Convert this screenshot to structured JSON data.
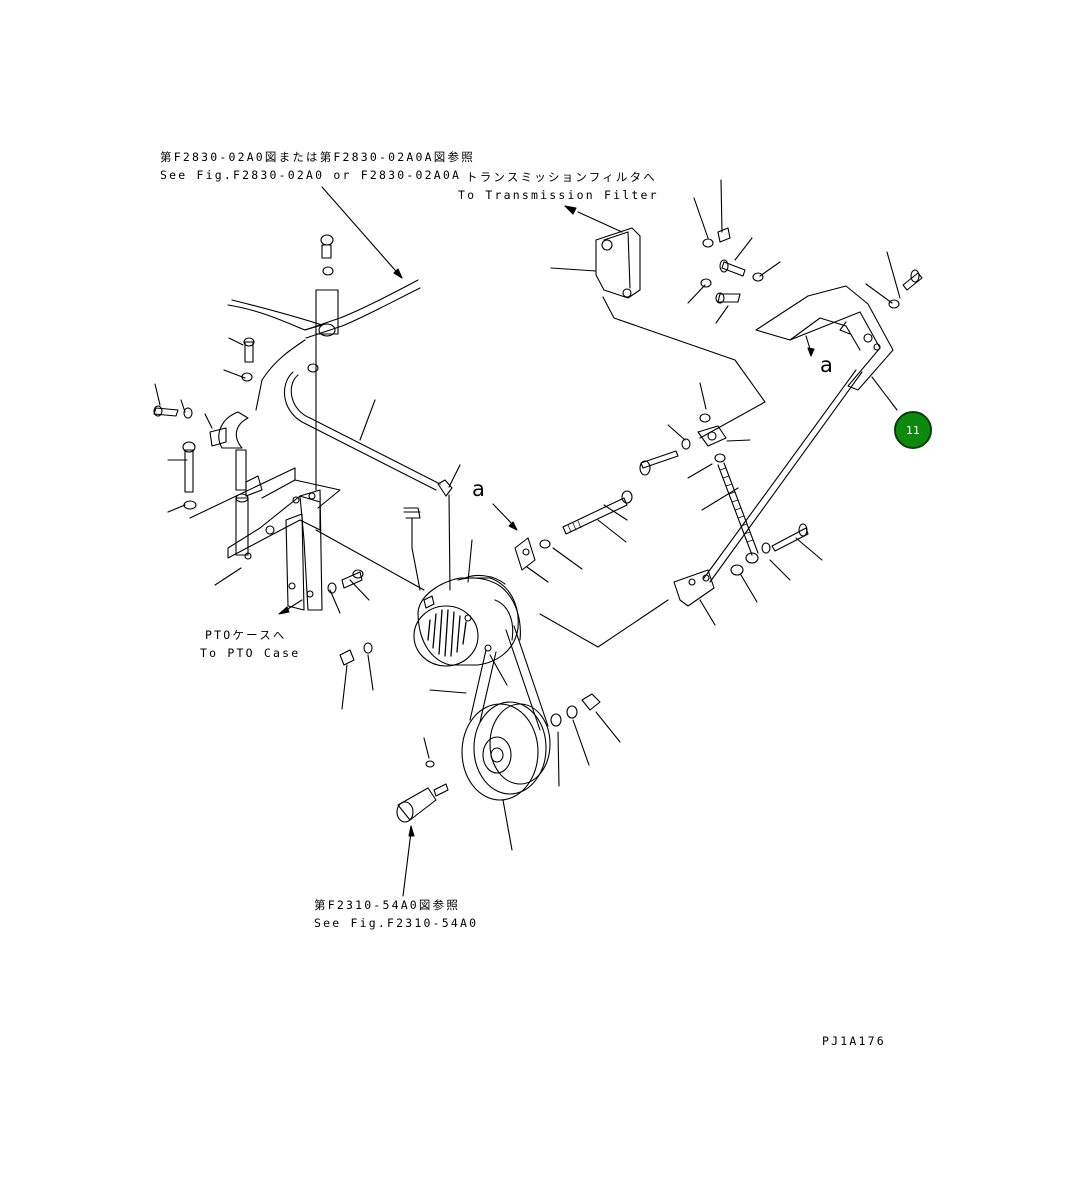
{
  "callouts": {
    "ref_f2830": {
      "jp": "第F2830-02A0図または第F2830-02A0A図参照",
      "en": "See Fig.F2830-02A0 or F2830-02A0A"
    },
    "transmission_filter": {
      "jp": "トランスミッションフィルタへ",
      "en": "To Transmission Filter"
    },
    "pto_case": {
      "jp": "PTOケースへ",
      "en": "To PTO Case"
    },
    "ref_f2310": {
      "jp": "第F2310-54A0図参照",
      "en": "See Fig.F2310-54A0"
    }
  },
  "view_markers": {
    "a_top": "a",
    "a_middle": "a"
  },
  "part_badge": {
    "number": "11",
    "color": "#0d8a0d"
  },
  "drawing_id": "PJ1A176"
}
